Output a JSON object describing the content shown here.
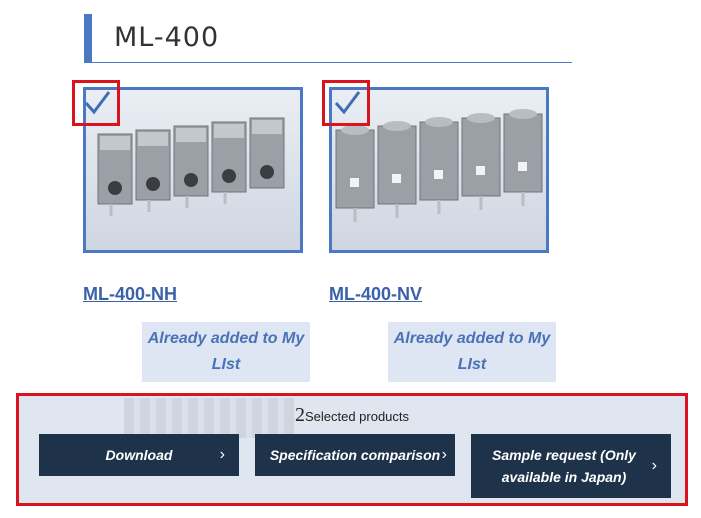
{
  "section": {
    "title": "ML-400"
  },
  "products": [
    {
      "name": "ML-400-NH",
      "status": "Already added to My LIst"
    },
    {
      "name": "ML-400-NV",
      "status": "Already added to My LIst"
    }
  ],
  "selection": {
    "count": "2",
    "count_label": "Selected products",
    "buttons": {
      "download": "Download",
      "compare": "Specification comparison",
      "sample": "Sample request (Only available in Japan)"
    }
  },
  "colors": {
    "accent": "#4a78c2",
    "highlight": "#d9141c",
    "button": "#1e3349"
  },
  "icons": {
    "checkbox": "checkmark-icon",
    "chevron": "chevron-right-icon"
  }
}
